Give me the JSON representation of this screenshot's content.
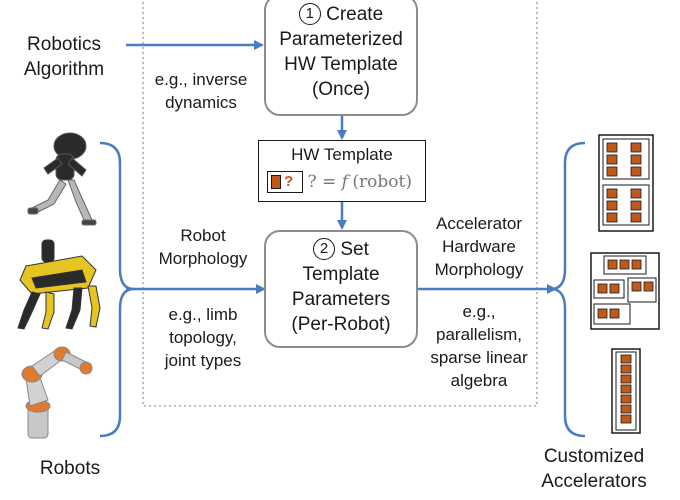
{
  "inputs": {
    "algorithm_line1": "Robotics",
    "algorithm_line2": "Algorithm",
    "robots": "Robots"
  },
  "step1": {
    "number": "1",
    "lines": [
      "Create",
      "Parameterized",
      "HW Template",
      "(Once)"
    ],
    "example": [
      "e.g., inverse",
      "dynamics"
    ]
  },
  "template": {
    "title": "HW Template",
    "equation_lhs": "? = ",
    "equation_f": "f",
    "equation_rhs": "(robot)"
  },
  "step2": {
    "number": "2",
    "lines": [
      "Set",
      "Template",
      "Parameters",
      "(Per-Robot)"
    ],
    "input_label": [
      "Robot",
      "Morphology"
    ],
    "input_example": [
      "e.g., limb",
      "topology,",
      "joint types"
    ],
    "output_label": [
      "Accelerator",
      "Hardware",
      "Morphology"
    ],
    "output_example": [
      "e.g.,",
      "parallelism,",
      "sparse linear",
      "algebra"
    ]
  },
  "outputs": {
    "label_line1": "Customized",
    "label_line2": "Accelerators"
  },
  "colors": {
    "arrow": "#4a7dbf",
    "chip_fill": "#c0591c",
    "chip_border": "#1a1a1a"
  }
}
